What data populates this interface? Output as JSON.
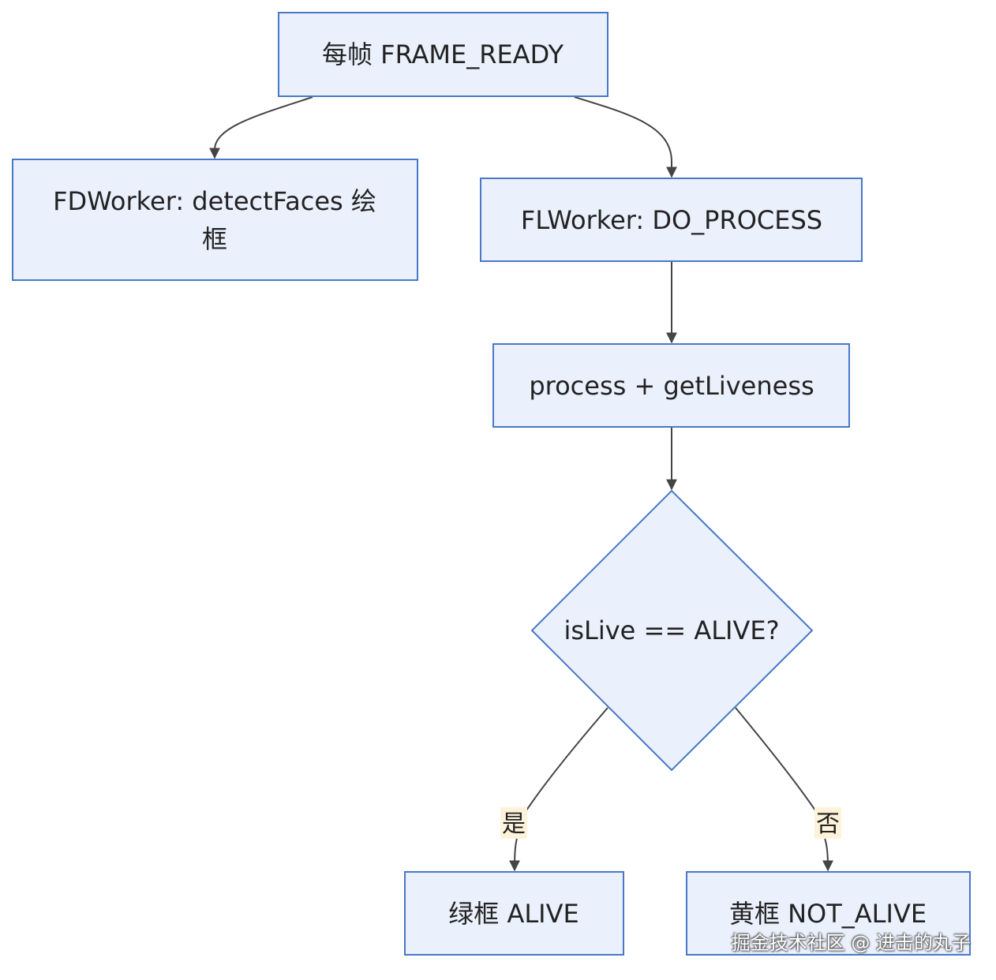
{
  "nodes": {
    "frame_ready": "每帧 FRAME_READY",
    "fd_worker_line1": "FDWorker: detectFaces 绘",
    "fd_worker_line2": "框",
    "fl_worker": "FLWorker: DO_PROCESS",
    "process": "process + getLiveness",
    "decision": "isLive == ALIVE?",
    "green_box": "绿框 ALIVE",
    "yellow_box": "黄框 NOT_ALIVE"
  },
  "edge_labels": {
    "yes": "是",
    "no": "否"
  },
  "watermark": "掘金技术社区 @ 进击的丸子",
  "colors": {
    "node_fill": "#EAF0FC",
    "node_stroke": "#4A78C8",
    "edge": "#444444",
    "label_bg": "#FFF2DA"
  }
}
